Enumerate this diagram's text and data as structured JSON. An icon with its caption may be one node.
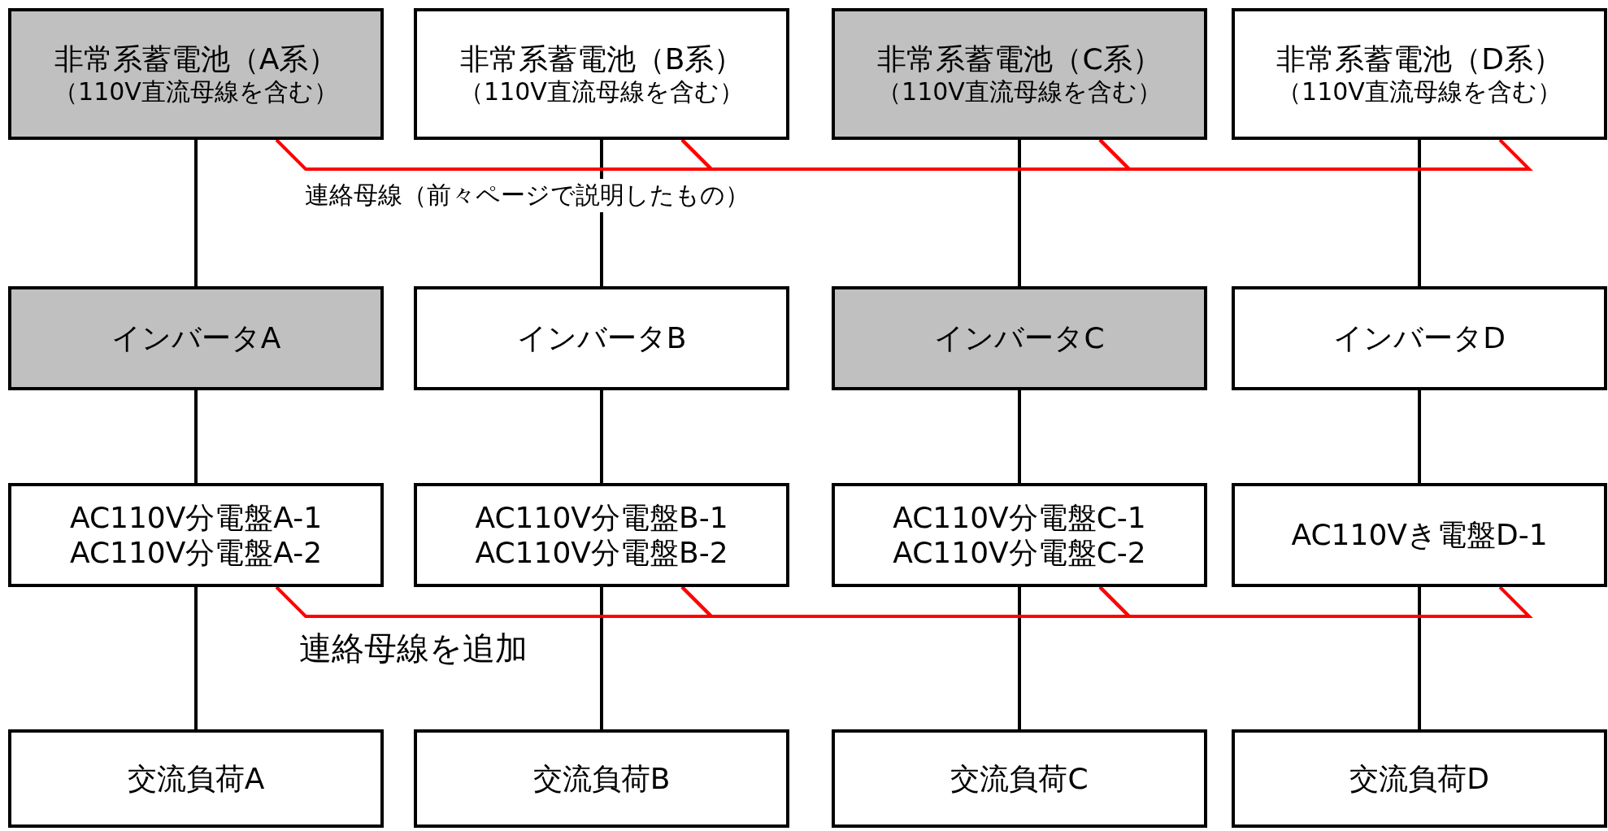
{
  "diagram": {
    "nodes": [
      {
        "text": [
          "非常系蓄電池（A系）",
          "（110V直流母線を含む）"
        ]
      },
      {
        "text": [
          "非常系蓄電池（B系）",
          "（110V直流母線を含む）"
        ]
      },
      {
        "text": [
          "非常系蓄電池（C系）",
          "（110V直流母線を含む）"
        ]
      },
      {
        "text": [
          "非常系蓄電池（D系）",
          "（110V直流母線を含む）"
        ]
      },
      {
        "text": [
          "インバータA"
        ]
      },
      {
        "text": [
          "インバータB"
        ]
      },
      {
        "text": [
          "インバータC"
        ]
      },
      {
        "text": [
          "インバータD"
        ]
      },
      {
        "text": [
          "AC110V分電盤A-1",
          "AC110V分電盤A-2"
        ]
      },
      {
        "text": [
          "AC110V分電盤B-1",
          "AC110V分電盤B-2"
        ]
      },
      {
        "text": [
          "AC110V分電盤C-1",
          "AC110V分電盤C-2"
        ]
      },
      {
        "text": [
          "AC110Vき電盤D-1"
        ]
      },
      {
        "text": [
          "交流負荷A"
        ]
      },
      {
        "text": [
          "交流負荷B"
        ]
      },
      {
        "text": [
          "交流負荷C"
        ]
      },
      {
        "text": [
          "交流負荷D"
        ]
      }
    ],
    "edges": [
      {
        "from": 0,
        "to": 4,
        "arrow": "none"
      },
      {
        "from": 4,
        "to": 8,
        "arrow": "none"
      },
      {
        "from": 8,
        "to": 12,
        "arrow": "none"
      },
      {
        "from": 1,
        "to": 5,
        "arrow": "none"
      },
      {
        "from": 5,
        "to": 9,
        "arrow": "none"
      },
      {
        "from": 9,
        "to": 13,
        "arrow": "none"
      },
      {
        "from": 2,
        "to": 6,
        "arrow": "none"
      },
      {
        "from": 6,
        "to": 10,
        "arrow": "none"
      },
      {
        "from": 10,
        "to": 14,
        "arrow": "none"
      },
      {
        "from": 3,
        "to": 7,
        "arrow": "none"
      },
      {
        "from": 7,
        "to": 11,
        "arrow": "none"
      },
      {
        "from": 11,
        "to": 15,
        "arrow": "none"
      },
      {
        "from": 0,
        "to": 1,
        "arrow": "none",
        "color": "#ff0000",
        "label": "連絡母線（前々ページで説明したもの）"
      },
      {
        "from": 1,
        "to": 2,
        "arrow": "none",
        "color": "#ff0000"
      },
      {
        "from": 2,
        "to": 3,
        "arrow": "none",
        "color": "#ff0000"
      },
      {
        "from": 8,
        "to": 9,
        "arrow": "none",
        "color": "#ff0000",
        "label": "連絡母線を追加"
      },
      {
        "from": 9,
        "to": 10,
        "arrow": "none",
        "color": "#ff0000"
      },
      {
        "from": 10,
        "to": 11,
        "arrow": "none",
        "color": "#ff0000"
      }
    ]
  }
}
